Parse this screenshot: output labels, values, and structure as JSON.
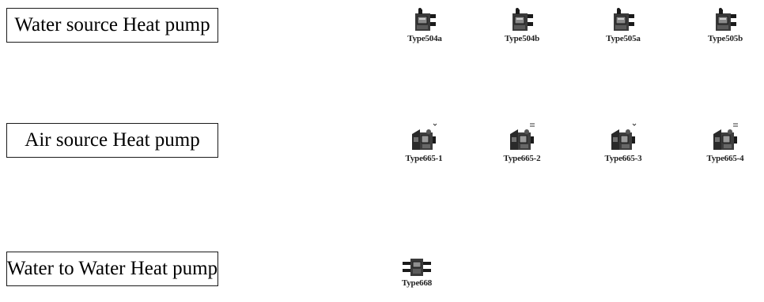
{
  "categories": [
    {
      "label": "Water source Heat pump",
      "components": [
        "Type504a",
        "Type504b",
        "Type505a",
        "Type505b"
      ]
    },
    {
      "label": "Air source Heat pump",
      "components": [
        "Type665-1",
        "Type665-2",
        "Type665-3",
        "Type665-4"
      ]
    },
    {
      "label": "Water to Water Heat pump",
      "components": [
        "Type668"
      ]
    }
  ],
  "icon_names": {
    "water_source": "water-source-heat-pump-icon",
    "air_source": "air-source-heat-pump-icon",
    "water_to_water": "water-to-water-heat-pump-icon"
  }
}
